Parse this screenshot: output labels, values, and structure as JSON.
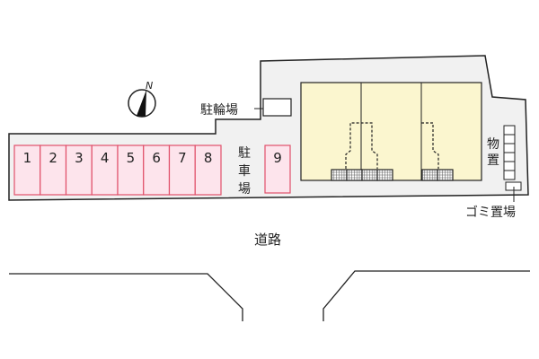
{
  "compass": {
    "label": "N"
  },
  "bicycle_parking": {
    "label": "駐輪場"
  },
  "parking": {
    "label_chars": [
      "駐",
      "車",
      "場"
    ],
    "spaces": [
      "1",
      "2",
      "3",
      "4",
      "5",
      "6",
      "7",
      "8",
      "9"
    ]
  },
  "storage": {
    "label_chars": [
      "物",
      "置"
    ]
  },
  "garbage": {
    "label": "ゴミ置場"
  },
  "road": {
    "label": "道路"
  },
  "colors": {
    "parking_fill": "#fde4ec",
    "parking_stroke": "#e0506a",
    "building_fill": "#fbf6cf",
    "lot_fill": "#f1f1f1"
  }
}
